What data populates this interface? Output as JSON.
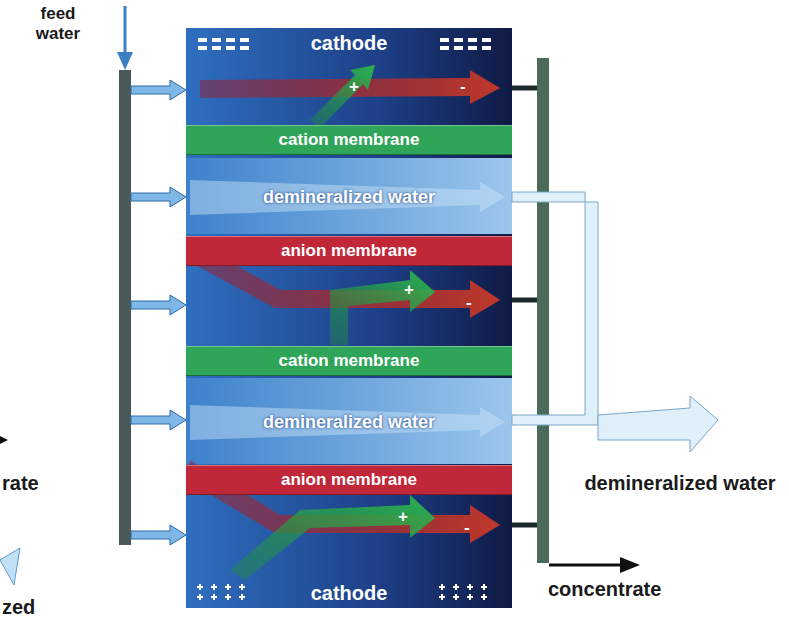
{
  "diagram": {
    "nodes": [
      {
        "text": [
          "cathode"
        ]
      },
      {
        "text": [
          "cation membrane"
        ]
      },
      {
        "text": [
          "demineralized water"
        ]
      },
      {
        "text": [
          "anion membrane"
        ]
      },
      {
        "text": [
          "cation membrane"
        ]
      },
      {
        "text": [
          "demineralized water"
        ]
      },
      {
        "text": [
          "anion membrane"
        ]
      },
      {
        "text": [
          "cathode"
        ]
      }
    ],
    "labels": [
      "feed water",
      "+",
      "-",
      "+",
      "-",
      "+",
      "-",
      "demineralized water",
      "concentrate",
      "rate",
      "zed"
    ]
  }
}
